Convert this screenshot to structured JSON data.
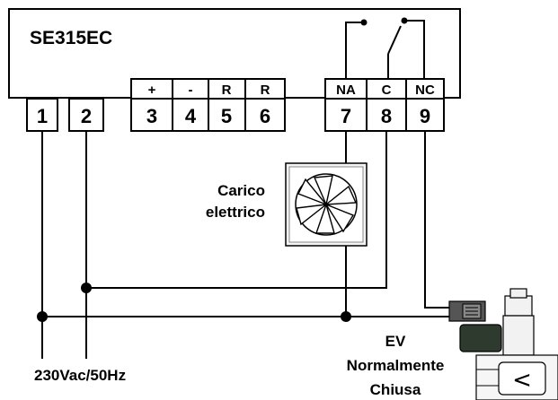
{
  "device": {
    "model": "SE315EC"
  },
  "terminals": [
    {
      "number": "1",
      "label": ""
    },
    {
      "number": "2",
      "label": ""
    },
    {
      "number": "3",
      "label": "+"
    },
    {
      "number": "4",
      "label": "-"
    },
    {
      "number": "5",
      "label": "R"
    },
    {
      "number": "6",
      "label": "R"
    },
    {
      "number": "7",
      "label": "NA"
    },
    {
      "number": "8",
      "label": "C"
    },
    {
      "number": "9",
      "label": "NC"
    }
  ],
  "load": {
    "label_line1": "Carico",
    "label_line2": "elettrico",
    "icon": "fan-icon"
  },
  "valve": {
    "label_line1": "EV",
    "label_line2": "Normalmente",
    "label_line3": "Chiusa",
    "icon": "solenoid-valve-icon",
    "symbol": "<"
  },
  "supply": {
    "label": "230Vac/50Hz"
  }
}
